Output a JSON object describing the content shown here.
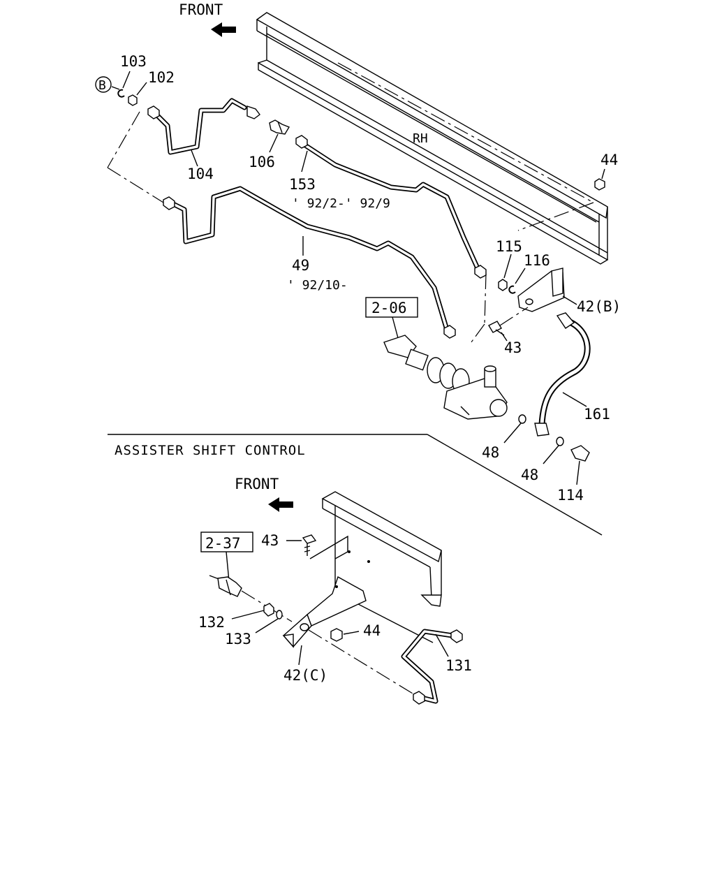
{
  "diagram": {
    "front_label_top": "FRONT",
    "rh_label": "RH",
    "section_title": "ASSISTER SHIFT CONTROL",
    "front_label_bottom": "FRONT",
    "callout_b_symbol": "B",
    "ref_boxes": {
      "ref_2_06": "2-06",
      "ref_2_37": "2-37"
    },
    "labels": {
      "p103": "103",
      "p102": "102",
      "p104": "104",
      "p106": "106",
      "p153": "153",
      "p153_date": "' 92/2-' 92/9",
      "p49": "49",
      "p49_date": "' 92/10-",
      "p44_top": "44",
      "p115": "115",
      "p116": "116",
      "p42b": "42(B)",
      "p43_top": "43",
      "p161": "161",
      "p48_left": "48",
      "p48_right": "48",
      "p114": "114",
      "p43_bottom": "43",
      "p132": "132",
      "p133": "133",
      "p44_bottom": "44",
      "p42c": "42(C)",
      "p131": "131"
    }
  }
}
